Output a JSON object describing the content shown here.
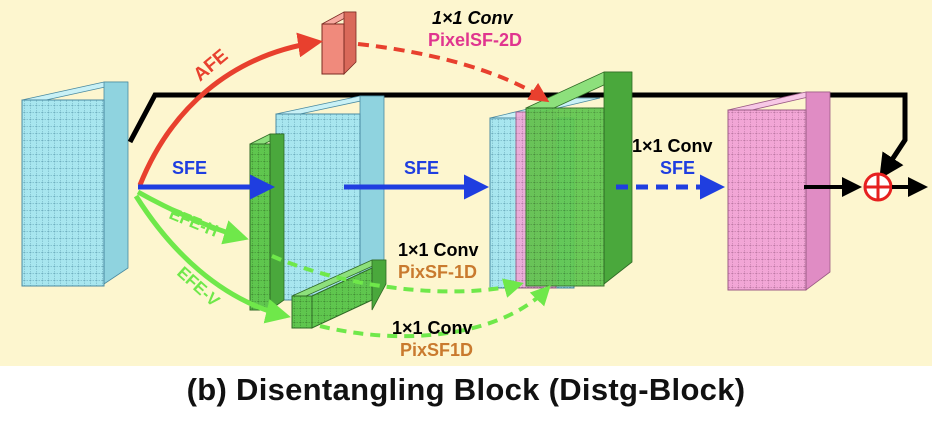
{
  "labels": {
    "afe": "AFE",
    "conv_top": "1×1 Conv",
    "pixelsf2d": "PixelSF-2D",
    "sfe_left": "SFE",
    "sfe_mid": "SFE",
    "conv_right": "1×1 Conv",
    "sfe_right": "SFE",
    "efe_h": "EFE-H",
    "efe_v": "EFE-V",
    "conv_mid": "1×1 Conv",
    "pixsf1d_a": "PixSF-1D",
    "conv_bottom": "1×1 Conv",
    "pixsf1d_b": "PixSF1D"
  },
  "caption": "(b) Disentangling Block (Distg-Block)",
  "colors": {
    "background": "#fdf6cf",
    "input_block": "#a8e6ef",
    "green_block": "#5fc64e",
    "pink_block": "#f2a6d6",
    "afe_red": "#e8402e",
    "sfe_blue": "#1f3ee0",
    "efe_green": "#6fe84a",
    "label_pink": "#e0358f",
    "label_orange": "#c97a2e",
    "label_blue": "#1f3ee0",
    "add_red": "#e62020"
  }
}
